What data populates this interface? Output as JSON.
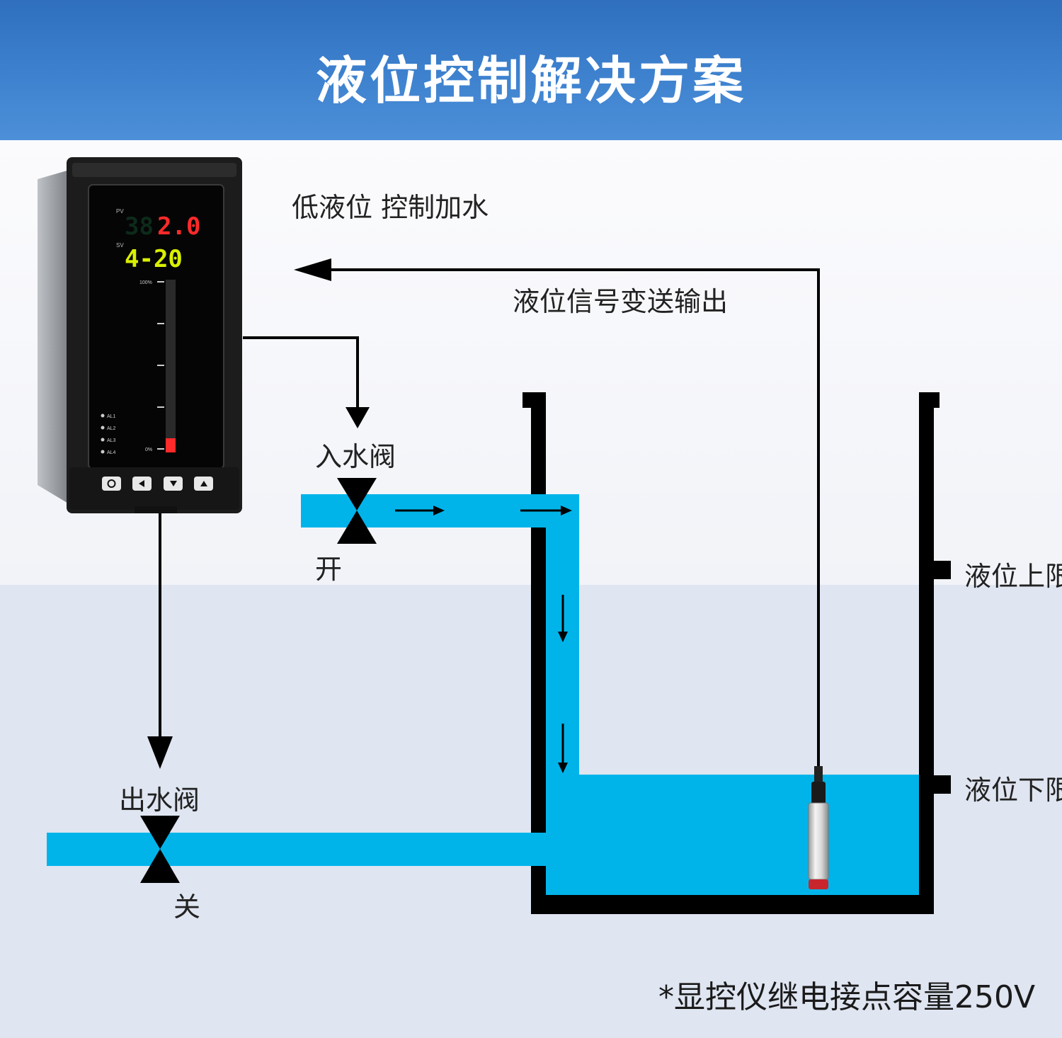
{
  "header": {
    "title": "液位控制解决方案"
  },
  "labels": {
    "mode": "低液位 控制加水",
    "signal": "液位信号变送输出",
    "inlet_valve": "入水阀",
    "inlet_state": "开",
    "outlet_valve": "出水阀",
    "outlet_state": "关",
    "upper_limit": "液位上限",
    "lower_limit": "液位下限"
  },
  "footnote": "*显控仪继电接点容量250V",
  "meter": {
    "pv_label": "PV",
    "sv_label": "SV",
    "pv_dim": "38",
    "pv_value": "2.0",
    "sv_value": "4-20",
    "scale_top": "100%",
    "scale_bottom": "0%",
    "alarms": [
      "AL1",
      "AL2",
      "AL3",
      "AL4"
    ],
    "bar_level": 0.08
  },
  "colors": {
    "water": "#00b4ea",
    "pipe_line": "#000000",
    "pv_red": "#ff2a2a",
    "sv_yellow": "#d9f000",
    "header_blue": "#3a7fcc"
  }
}
